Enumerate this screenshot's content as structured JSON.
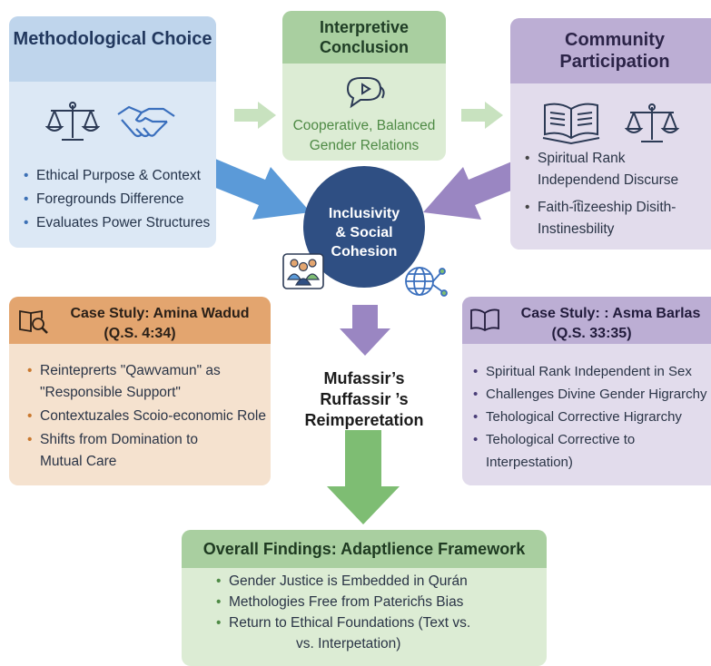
{
  "methodological": {
    "title": "Methodological Choice",
    "icons": [
      "scales-icon",
      "handshake-icon"
    ],
    "items": [
      "Ethical Purpose & Context",
      "Foregrounds Difference",
      "Evaluates Power Structures"
    ]
  },
  "interpretive": {
    "title": "Interpretive Conclusion",
    "icon": "speech-bubble-icon",
    "line1": "Cooperative, Balanced",
    "line2": "Gender Relations"
  },
  "community": {
    "title": "Community Participation",
    "icons": [
      "open-book-icon",
      "scales-icon"
    ],
    "items": [
      {
        "line1": "Spiritual Rank",
        "line2": "Independend Discurse"
      },
      {
        "line1": "Faith-͡itizeeship Disith-",
        "line2": "Instinesbility"
      }
    ]
  },
  "center": {
    "line1": "Inclusivity",
    "line2": "& Social",
    "line3": "Cohesion",
    "icons": [
      "people-icon",
      "globe-network-icon"
    ]
  },
  "amina": {
    "title_line1": "Case Stuly: Amina Wadud",
    "title_line2": "(Q.S. 4:34)",
    "icon": "magnifier-book-icon",
    "items": [
      {
        "line1": "Reinteprerts \"Qawvamun\" as",
        "line2": "\"Responsible Support\""
      },
      {
        "line1": "Contextuzales Scoio-economic Role",
        "line2": ""
      },
      {
        "line1": "Shifts from Domination to",
        "line2": "Mutual Care"
      }
    ]
  },
  "asma": {
    "title_line1": "Case Stuly:  : Asma Barlas",
    "title_line2": "(Q.S. 33:35)",
    "icon": "open-book-icon",
    "items": [
      {
        "line1": "Spiritual Rank Independent in Sex",
        "line2": ""
      },
      {
        "line1": "Challenges Divine Gender Higrarchy",
        "line2": ""
      },
      {
        "line1": "Tehological Corrective Higrarchy",
        "line2": ""
      },
      {
        "line1": "Tehological Corrective to",
        "line2": "Interpestation)"
      }
    ]
  },
  "middle_label": {
    "line1": "Mufassir’s",
    "line2": "Ruffassir ’s",
    "line3": "Reimperetation"
  },
  "overall": {
    "title": "Overall Findings: Adaptlience Framework",
    "items": [
      {
        "line1": "Gender Justice is Embedded in Qurán",
        "line2": ""
      },
      {
        "line1": "Methologies Free from Paterich́s Bias",
        "line2": ""
      },
      {
        "line1": "Return to Ethical Foundations (Text vs.",
        "line2": "vs. Interpetation)"
      }
    ]
  },
  "colors": {
    "blue": "#bfd5ec",
    "green": "#a9cfa0",
    "purple": "#bcaed4",
    "orange": "#e3a56f",
    "navy": "#2f4f83"
  }
}
